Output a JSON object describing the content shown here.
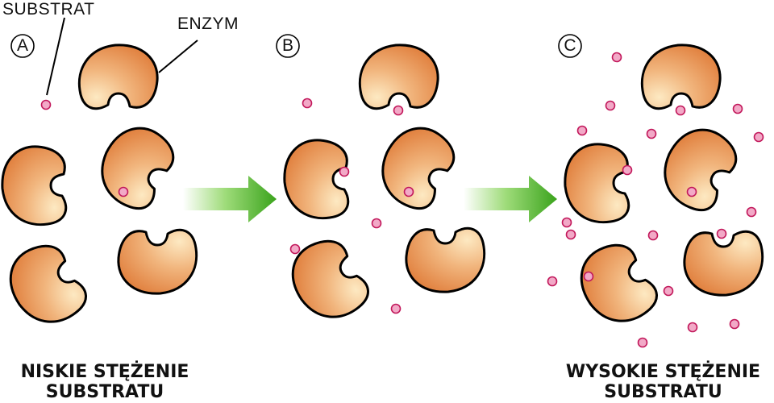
{
  "labels": {
    "substrate": "SUBSTRAT",
    "enzyme": "ENZYM"
  },
  "panels": [
    {
      "letter": "A"
    },
    {
      "letter": "B"
    },
    {
      "letter": "C"
    }
  ],
  "captions": {
    "low": {
      "line1": "NISKIE STĘŻENIE",
      "line2": "SUBSTRATU"
    },
    "high": {
      "line1": "WYSOKIE STĘŻENIE",
      "line2": "SUBSTRATU"
    }
  },
  "colors": {
    "enzyme_fill": "#e8935a",
    "enzyme_highlight": "#fde9c2",
    "enzyme_outline": "#000000",
    "substrate_fill": "#f2a9c7",
    "substrate_outline": "#c2185b",
    "arrow": "#4caf28"
  }
}
